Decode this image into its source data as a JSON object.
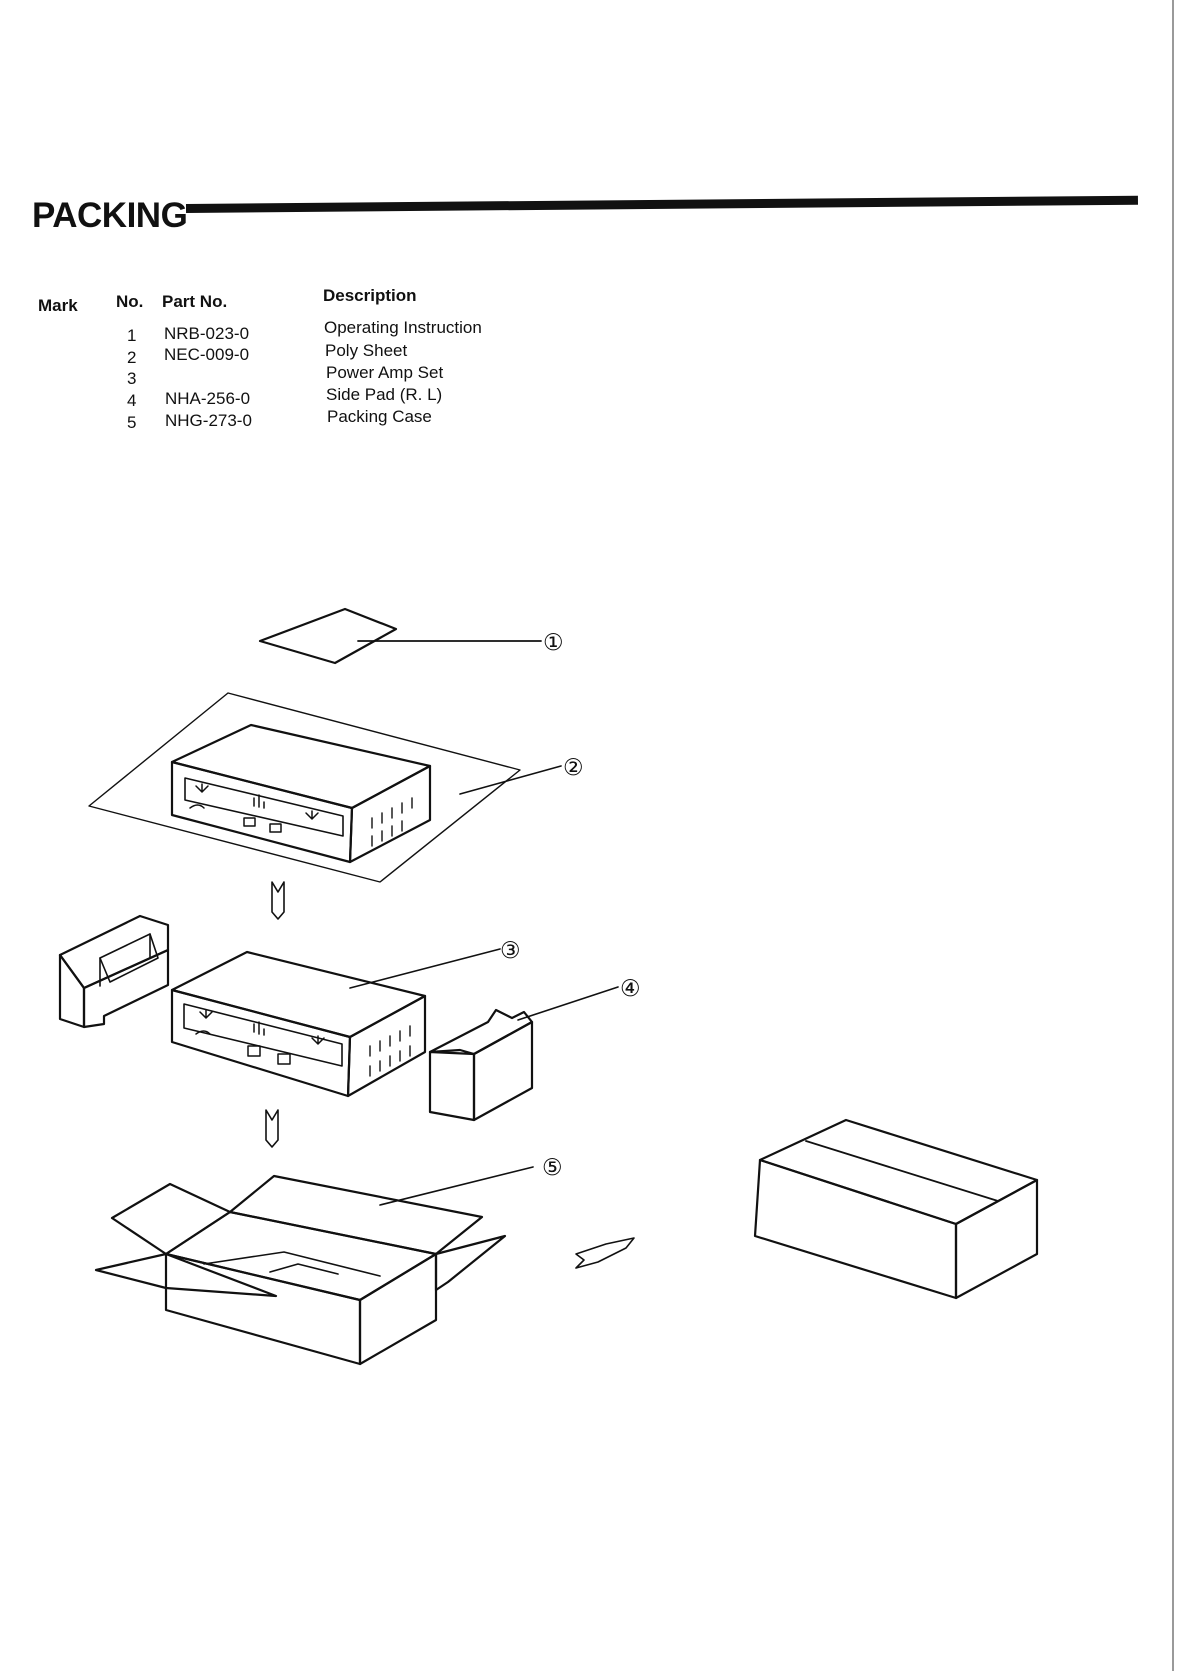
{
  "page": {
    "title": "PACKING"
  },
  "table": {
    "headers": {
      "mark": "Mark",
      "no": "No.",
      "part_no": "Part No.",
      "description": "Description"
    },
    "rows": [
      {
        "no": "1",
        "part_no": "NRB-023-0",
        "description": "Operating Instruction"
      },
      {
        "no": "2",
        "part_no": "NEC-009-0",
        "description": "Poly Sheet"
      },
      {
        "no": "3",
        "part_no": "",
        "description": "Power Amp Set"
      },
      {
        "no": "4",
        "part_no": "NHA-256-0",
        "description": "Side Pad (R. L)"
      },
      {
        "no": "5",
        "part_no": "NHG-273-0",
        "description": "Packing Case"
      }
    ]
  },
  "callouts": [
    "①",
    "②",
    "③",
    "④",
    "⑤"
  ]
}
